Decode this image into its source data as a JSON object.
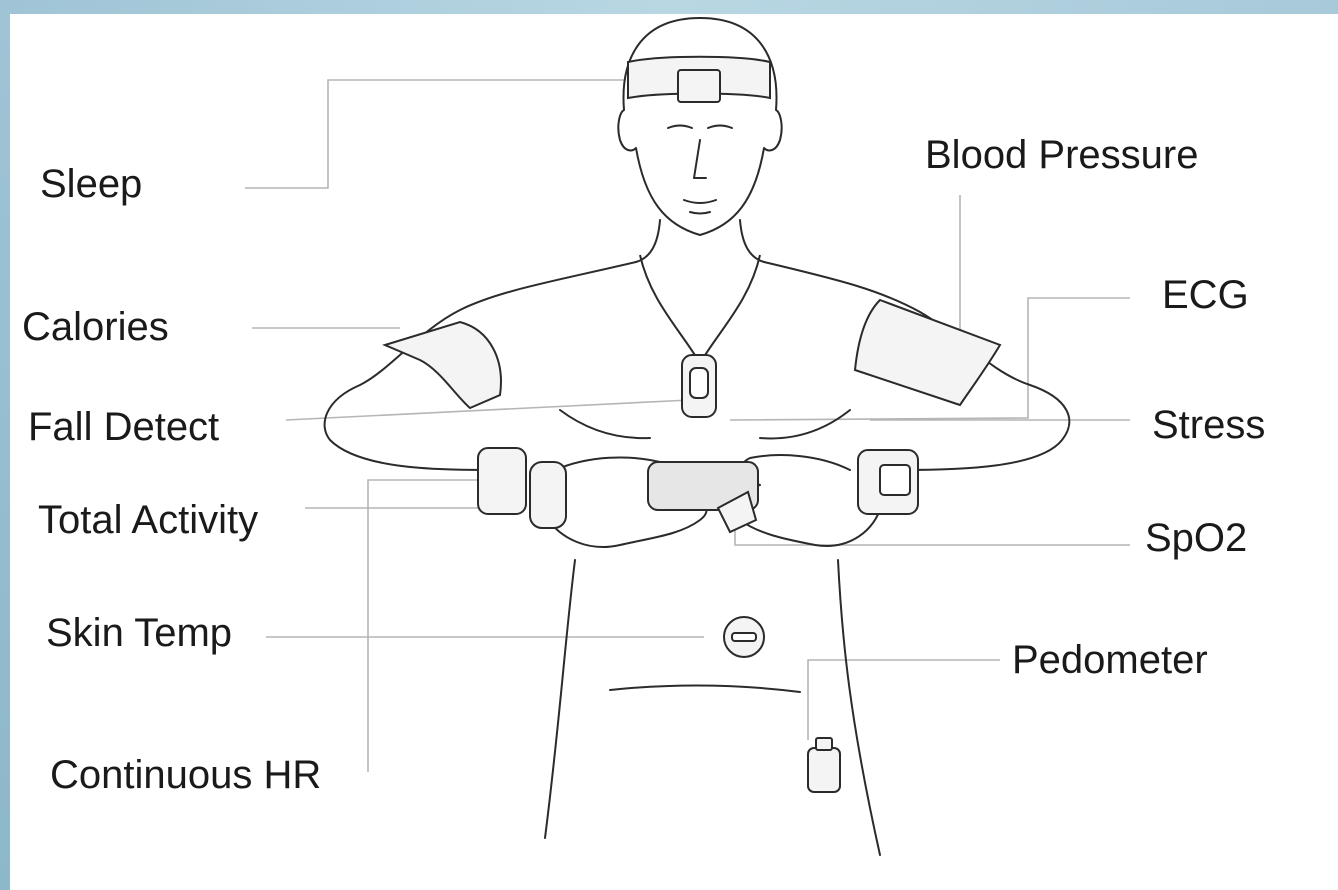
{
  "diagram": {
    "labels_left": [
      {
        "id": "sleep",
        "text": "Sleep"
      },
      {
        "id": "calories",
        "text": "Calories"
      },
      {
        "id": "fall-detect",
        "text": "Fall Detect"
      },
      {
        "id": "total-activity",
        "text": "Total Activity"
      },
      {
        "id": "skin-temp",
        "text": "Skin Temp"
      },
      {
        "id": "continuous-hr",
        "text": "Continuous HR"
      }
    ],
    "labels_right": [
      {
        "id": "blood-pressure",
        "text": "Blood Pressure"
      },
      {
        "id": "ecg",
        "text": "ECG"
      },
      {
        "id": "stress",
        "text": "Stress"
      },
      {
        "id": "spo2",
        "text": "SpO2"
      },
      {
        "id": "pedometer",
        "text": "Pedometer"
      }
    ],
    "colors": {
      "frame": "#9fc4d6",
      "line_art": "#2b2b2b",
      "leader_line": "#b5b5b5",
      "text": "#1a1a1a"
    }
  }
}
